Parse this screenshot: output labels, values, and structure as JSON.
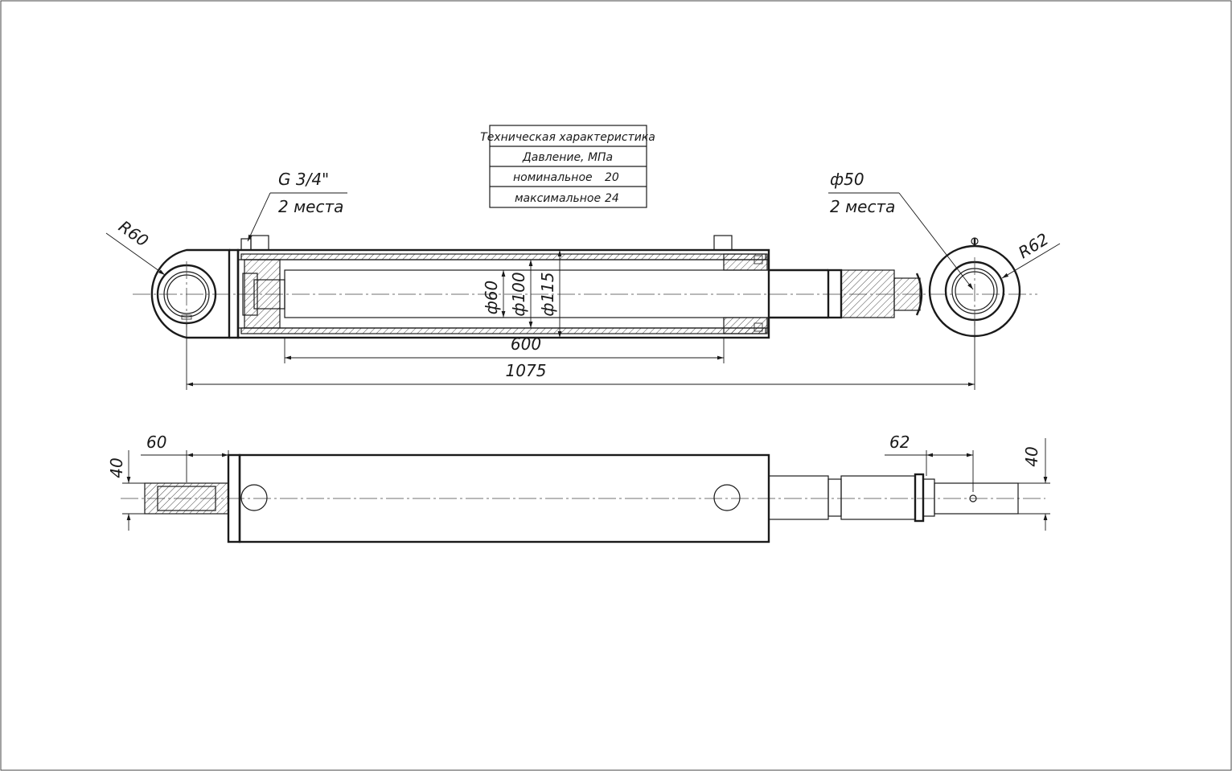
{
  "spec_table": {
    "title": "Техническая характеристика",
    "pressure_label": "Давление, МПа",
    "rows": [
      {
        "label": "номинальное",
        "value": "20"
      },
      {
        "label": "максимальное",
        "value": "24"
      }
    ]
  },
  "callouts": {
    "port_thread": "G 3/4\"",
    "port_qty": "2 места",
    "rod_hole": "ф50",
    "rod_hole_qty": "2 места",
    "radius_left": "R60",
    "radius_right": "R62"
  },
  "dimensions": {
    "rod_diameter": "ф60",
    "bore_diameter": "ф100",
    "outer_diameter": "ф115",
    "stroke": "600",
    "total_length": "1075",
    "left_eye_width": "60",
    "left_eye_thickness": "40",
    "right_eye_width": "62",
    "right_eye_thickness": "40"
  }
}
